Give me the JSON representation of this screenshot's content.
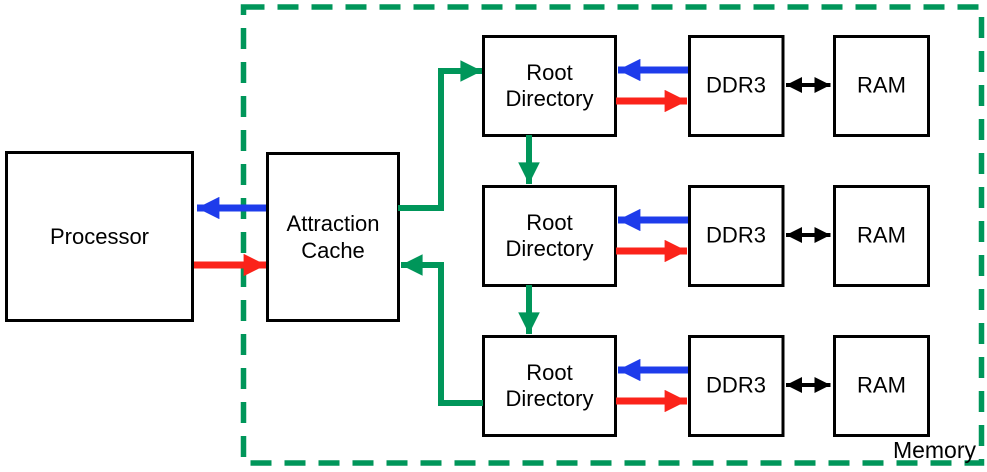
{
  "memory_region": {
    "label": "Memory"
  },
  "processor": {
    "label": "Processor"
  },
  "cache": {
    "line1": "Attraction",
    "line2": "Cache"
  },
  "rows": [
    {
      "dir1": "Root",
      "dir2": "Directory",
      "ddr3": "DDR3",
      "ram": "RAM"
    },
    {
      "dir1": "Root",
      "dir2": "Directory",
      "ddr3": "DDR3",
      "ram": "RAM"
    },
    {
      "dir1": "Root",
      "dir2": "Directory",
      "ddr3": "DDR3",
      "ram": "RAM"
    }
  ],
  "colors": {
    "green": "#00965A",
    "blue": "#1E3CEB",
    "red": "#FB231A",
    "black": "#000000"
  }
}
